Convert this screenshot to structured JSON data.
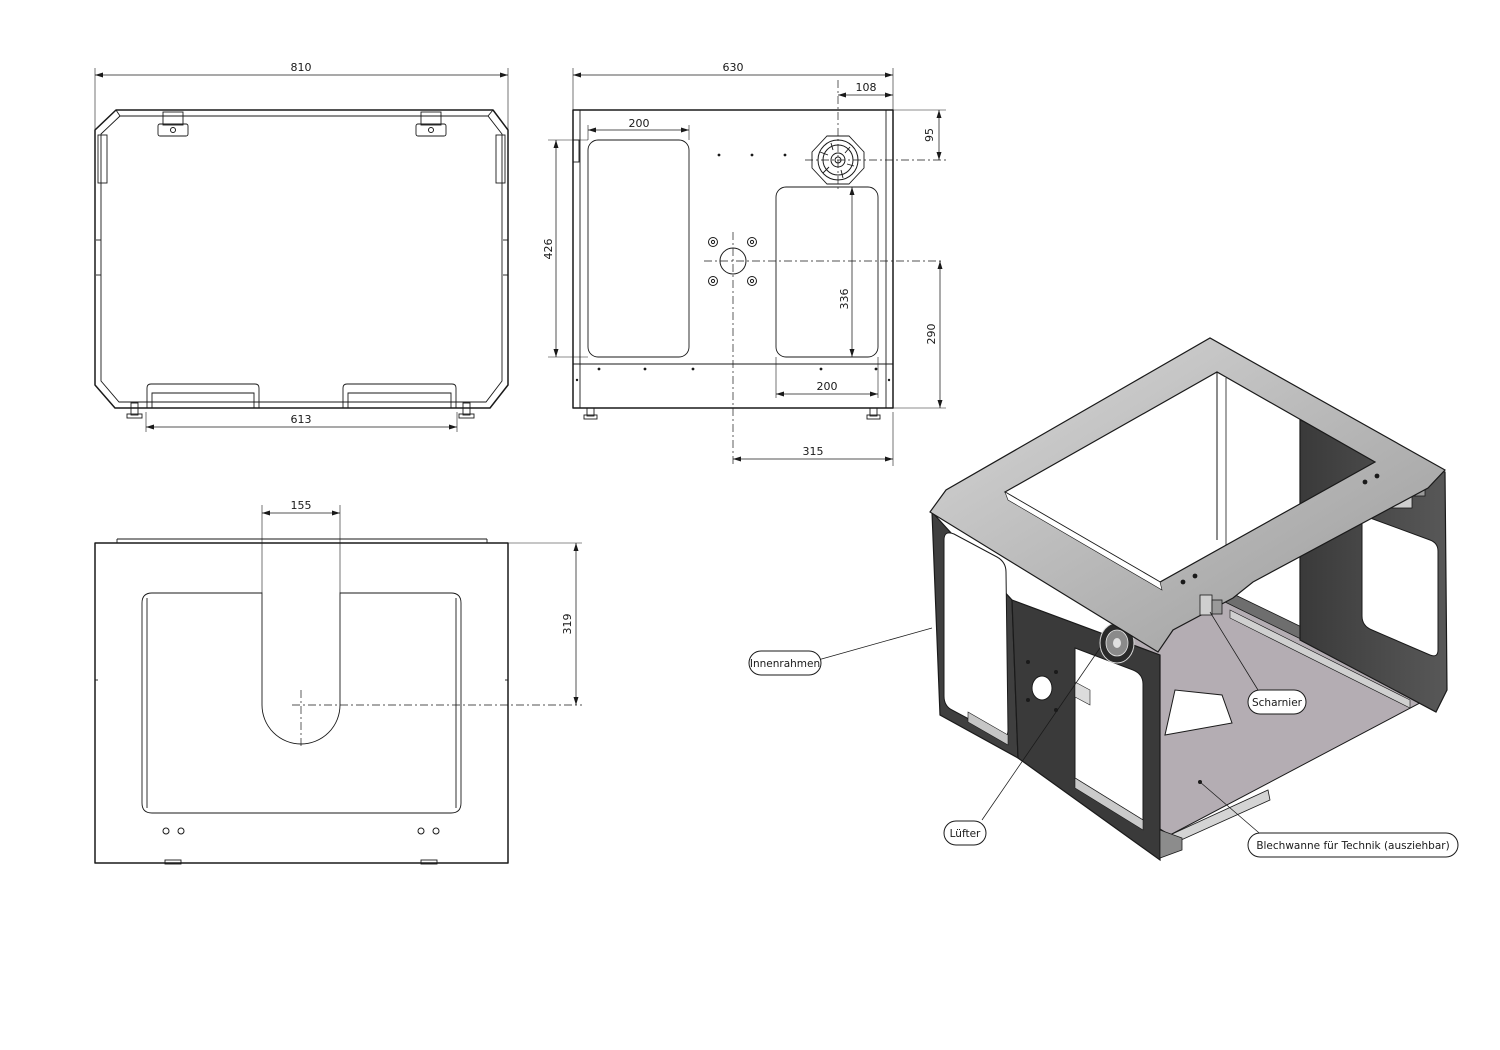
{
  "dimensions": {
    "front_width": "810",
    "front_inner_width": "613",
    "side_width": "630",
    "side_opening_left_width": "200",
    "side_fan_offset_x": "108",
    "side_fan_offset_y": "95",
    "side_opening_height": "426",
    "side_opening_right_height": "336",
    "side_center_height": "290",
    "side_opening_right_width": "200",
    "side_center_offset": "315",
    "top_cutout_width": "155",
    "top_cutout_depth": "319"
  },
  "callouts": {
    "inner_frame": "Innenrahmen",
    "hinge": "Scharnier",
    "fan": "Lüfter",
    "tray": "Blechwanne für Technik (ausziehbar)"
  }
}
